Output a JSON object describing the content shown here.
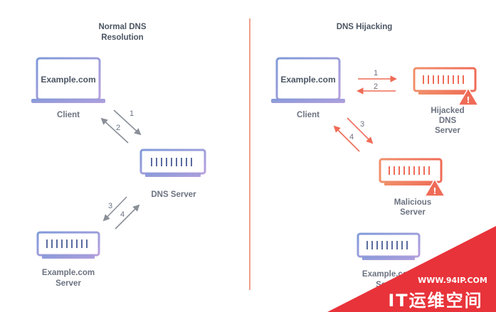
{
  "left_panel": {
    "title_line1": "Normal DNS",
    "title_line2": "Resolution",
    "client_screen_text": "Example.com",
    "client_label": "Client",
    "dns_server_label": "DNS Server",
    "example_server_label_line1": "Example.com",
    "example_server_label_line2": "Server",
    "steps": [
      "1",
      "2",
      "3",
      "4"
    ]
  },
  "right_panel": {
    "title": "DNS Hijacking",
    "client_screen_text": "Example.com",
    "client_label": "Client",
    "hijacked_label_line1": "Hijacked",
    "hijacked_label_line2": "DNS",
    "hijacked_label_line3": "Server",
    "malicious_label_line1": "Malicious",
    "malicious_label_line2": "Server",
    "example_server_label_line1": "Example.com",
    "example_server_label_line2": "Server",
    "steps": [
      "1",
      "2",
      "3",
      "4"
    ],
    "warning_glyph": "!"
  },
  "watermark": {
    "url": "WWW.94IP.COM",
    "brand": "IT运维空间"
  },
  "colors": {
    "blue_device": "#8d9bd9",
    "device_gradient_end": "#b7a0dd",
    "gray_arrow": "#8a8f98",
    "red": "#ef6c57",
    "divider": "#f0a08a",
    "watermark_red": "#e8333a"
  }
}
